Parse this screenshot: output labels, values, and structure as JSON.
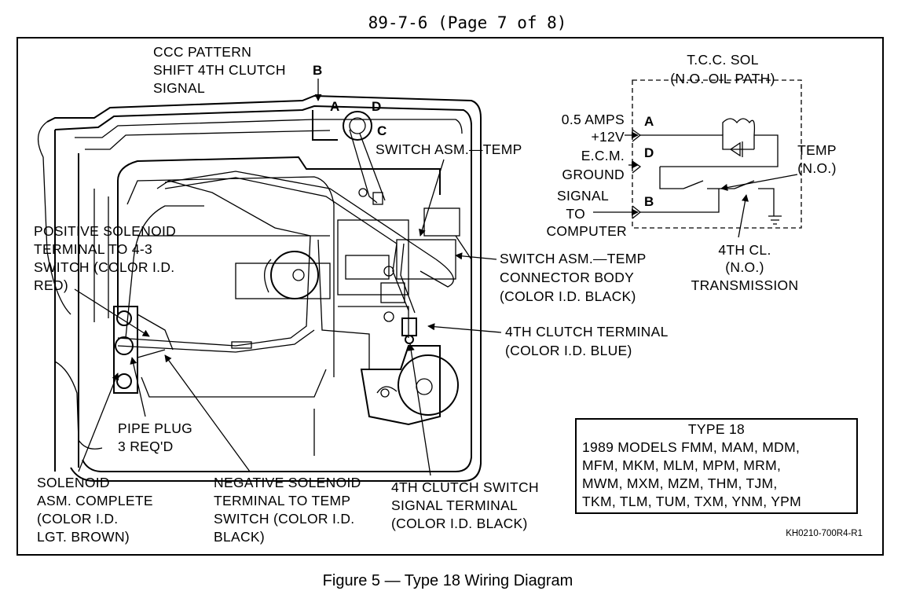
{
  "header": "89-7-6 (Page 7 of 8)",
  "caption": "Figure 5 — Type 18 Wiring Diagram",
  "code": "KH0210-700R4-R1",
  "pattern": {
    "line1": "CCC PATTERN",
    "line2": "SHIFT 4TH CLUTCH",
    "line3": "SIGNAL"
  },
  "connector": {
    "a": "A",
    "b": "B",
    "c": "C",
    "d": "D"
  },
  "schematic": {
    "tcc1": "T.C.C. SOL",
    "tcc2": "(N.O. OIL PATH)",
    "amps": "0.5 AMPS",
    "volt": "+12V",
    "ecm": "E.C.M.",
    "ground": "GROUND",
    "signal": "SIGNAL",
    "to": "TO",
    "computer": "COMPUTER",
    "temp": "TEMP",
    "temp_no": "(N.O.)",
    "cl1": "4TH CL.",
    "cl2": "(N.O.)",
    "cl3": "TRANSMISSION",
    "pin_a": "A",
    "pin_d": "D",
    "pin_b": "B"
  },
  "callouts": {
    "switch_temp": "SWITCH ASM.—TEMP",
    "pos1": "POSITIVE SOLENOID",
    "pos2": "TERMINAL TO 4-3",
    "pos3": "SWITCH (COLOR I.D.",
    "pos4": "RED)",
    "body1": "SWITCH ASM.—TEMP",
    "body2": "CONNECTOR BODY",
    "body3": "(COLOR I.D. BLACK)",
    "clutch1": "4TH CLUTCH TERMINAL",
    "clutch2": "(COLOR I.D. BLUE)",
    "pipe1": "PIPE PLUG",
    "pipe2": "3 REQ'D",
    "sol1": "SOLENOID",
    "sol2": "ASM. COMPLETE",
    "sol3": "(COLOR I.D.",
    "sol4": "LGT. BROWN)",
    "neg1": "NEGATIVE SOLENOID",
    "neg2": "TERMINAL TO TEMP",
    "neg3": "SWITCH (COLOR I.D.",
    "neg4": "BLACK)",
    "sig1": "4TH CLUTCH SWITCH",
    "sig2": "SIGNAL TERMINAL",
    "sig3": "(COLOR I.D. BLACK)"
  },
  "type_box": {
    "title": "TYPE 18",
    "rows": [
      "1989 MODELS FMM, MAM, MDM,",
      "MFM, MKM, MLM, MPM, MRM,",
      "MWM, MXM, MZM, THM, TJM,",
      "TKM, TLM, TUM, TXM, YNM, YPM"
    ]
  }
}
